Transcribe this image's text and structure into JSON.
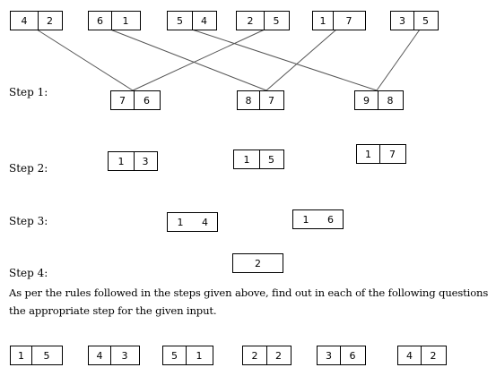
{
  "input_boxes": [
    {
      "a": "4",
      "b": "2"
    },
    {
      "a": "6",
      "b": "1"
    },
    {
      "a": "5",
      "b": "4"
    },
    {
      "a": "2",
      "b": "5"
    },
    {
      "a": "1",
      "b": "7"
    },
    {
      "a": "3",
      "b": "5"
    }
  ],
  "step1_boxes": [
    {
      "a": "7",
      "b": "6"
    },
    {
      "a": "8",
      "b": "7"
    },
    {
      "a": "9",
      "b": "8"
    }
  ],
  "step2_boxes": [
    {
      "a": "1",
      "b": "3"
    },
    {
      "a": "1",
      "b": "5"
    },
    {
      "a": "1",
      "b": "7"
    }
  ],
  "step3_boxes": [
    {
      "a": "1",
      "b": "4"
    },
    {
      "a": "1",
      "b": "6"
    }
  ],
  "step4_box": {
    "value": "2"
  },
  "step_labels": {
    "step1": "Step 1:",
    "step2": "Step 2:",
    "step3": "Step 3:",
    "step4": "Step 4:"
  },
  "instructions": "As per the rules followed in the steps given above, find out in each of the following questions the appropriate step for the given input.",
  "question_boxes": [
    {
      "a": "1",
      "b": "5"
    },
    {
      "a": "4",
      "b": "3"
    },
    {
      "a": "5",
      "b": "1"
    },
    {
      "a": "2",
      "b": "2"
    },
    {
      "a": "3",
      "b": "6"
    },
    {
      "a": "4",
      "b": "2"
    }
  ]
}
